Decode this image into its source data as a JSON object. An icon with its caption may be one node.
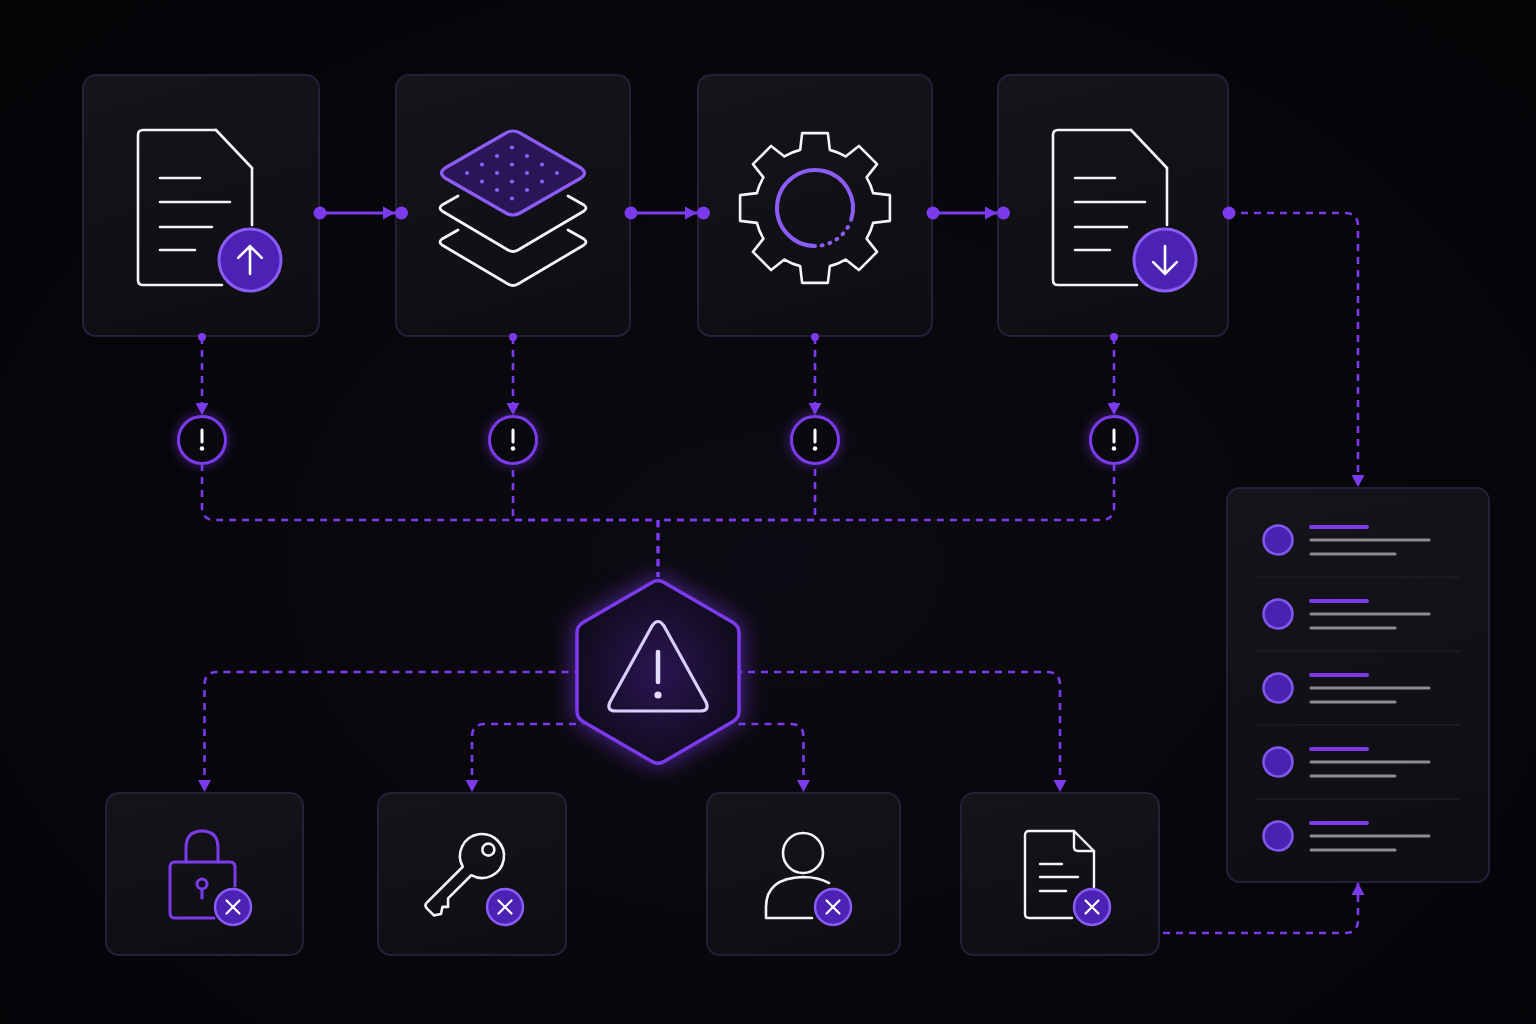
{
  "diagram": {
    "nodes": [
      {
        "text": [],
        "shape": "box"
      },
      {
        "text": [],
        "shape": "box"
      },
      {
        "text": [],
        "shape": "box"
      },
      {
        "text": [],
        "shape": "box"
      },
      {
        "text": [],
        "shape": "circle"
      },
      {
        "text": [],
        "shape": "circle"
      },
      {
        "text": [],
        "shape": "circle"
      },
      {
        "text": [],
        "shape": "circle"
      },
      {
        "text": [],
        "shape": "hexagon"
      },
      {
        "text": [],
        "shape": "box"
      },
      {
        "text": [],
        "shape": "box"
      },
      {
        "text": [],
        "shape": "box"
      },
      {
        "text": [],
        "shape": "box"
      },
      {
        "text": [],
        "shape": "box"
      }
    ],
    "edges": [
      {
        "from": 0,
        "to": 1,
        "arrow": "to"
      },
      {
        "from": 1,
        "to": 2,
        "arrow": "to"
      },
      {
        "from": 2,
        "to": 3,
        "arrow": "to"
      },
      {
        "from": 3,
        "to": 13,
        "arrow": "to",
        "style": "dashed"
      },
      {
        "from": 0,
        "to": 4,
        "arrow": "to",
        "style": "dashed"
      },
      {
        "from": 1,
        "to": 5,
        "arrow": "to",
        "style": "dashed"
      },
      {
        "from": 2,
        "to": 6,
        "arrow": "to",
        "style": "dashed"
      },
      {
        "from": 3,
        "to": 7,
        "arrow": "to",
        "style": "dashed"
      },
      {
        "from": 4,
        "to": 8,
        "arrow": "none",
        "style": "dashed"
      },
      {
        "from": 5,
        "to": 8,
        "arrow": "none",
        "style": "dashed"
      },
      {
        "from": 6,
        "to": 8,
        "arrow": "none",
        "style": "dashed"
      },
      {
        "from": 7,
        "to": 8,
        "arrow": "none",
        "style": "dashed"
      },
      {
        "from": 8,
        "to": 9,
        "arrow": "to",
        "style": "dashed"
      },
      {
        "from": 8,
        "to": 10,
        "arrow": "to",
        "style": "dashed"
      },
      {
        "from": 8,
        "to": 11,
        "arrow": "to",
        "style": "dashed"
      },
      {
        "from": 8,
        "to": 12,
        "arrow": "to",
        "style": "dashed"
      },
      {
        "from": 12,
        "to": 13,
        "arrow": "to",
        "style": "dashed"
      }
    ]
  }
}
